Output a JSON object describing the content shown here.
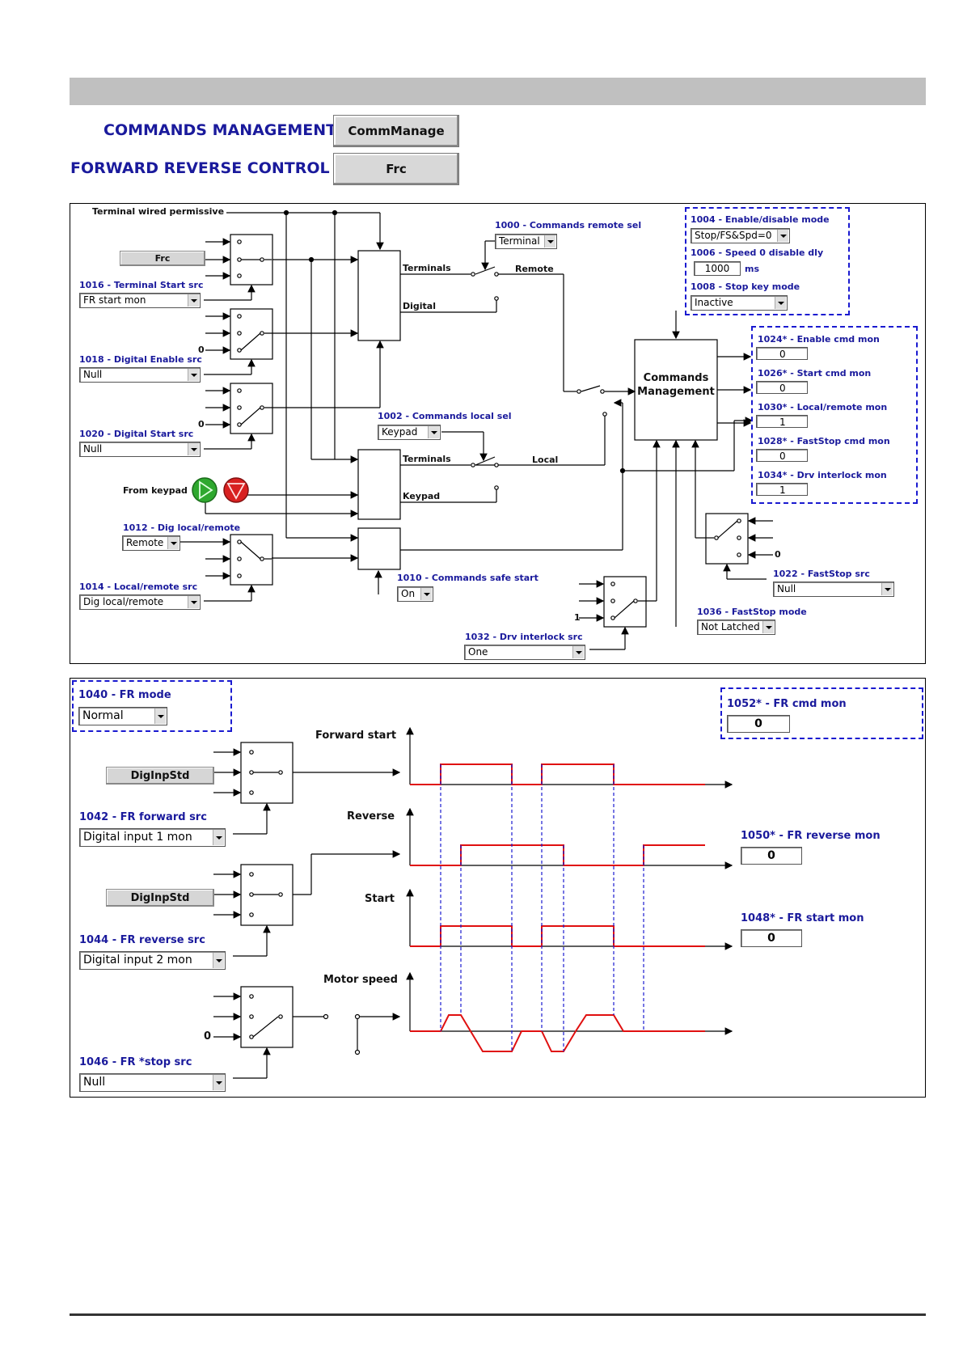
{
  "header": {
    "commands_label": "COMMANDS MANAGEMENT",
    "commands_button": "CommManage",
    "frc_label": "FORWARD REVERSE CONTROL",
    "frc_button": "Frc"
  },
  "panel1": {
    "terminal_wired_permissive": "Terminal wired permissive",
    "frc_button": "Frc",
    "p1016": {
      "label": "1016 - Terminal Start src",
      "value": "FR start mon"
    },
    "p1018": {
      "label": "1018 - Digital Enable src",
      "value": "Null"
    },
    "p1020": {
      "label": "1020 - Digital Start src",
      "value": "Null"
    },
    "zero_a": "0",
    "zero_b": "0",
    "from_keypad": "From keypad",
    "p1012": {
      "label": "1012 - Dig local/remote",
      "value": "Remote"
    },
    "p1014": {
      "label": "1014 - Local/remote src",
      "value": "Dig local/remote"
    },
    "p1000": {
      "label": "1000 - Commands remote sel",
      "value": "Terminal"
    },
    "terminals_upper": "Terminals",
    "digital": "Digital",
    "remote": "Remote",
    "p1002": {
      "label": "1002 - Commands local sel",
      "value": "Keypad"
    },
    "terminals_lower": "Terminals",
    "keypad": "Keypad",
    "local": "Local",
    "p1010": {
      "label": "1010 - Commands safe start",
      "value": "On"
    },
    "p1032": {
      "label": "1032 - Drv interlock src",
      "value": "One"
    },
    "one_label": "1",
    "commands_management": [
      "Commands",
      "Management"
    ],
    "p1004": {
      "label": "1004 - Enable/disable mode",
      "value": "Stop/FS&Spd=0"
    },
    "p1006": {
      "label": "1006 - Speed 0 disable dly",
      "value": "1000",
      "unit": "ms"
    },
    "p1008": {
      "label": "1008 - Stop key mode",
      "value": "Inactive"
    },
    "monitors": [
      {
        "label": "1024* - Enable cmd mon",
        "value": "0"
      },
      {
        "label": "1026* - Start cmd mon",
        "value": "0"
      },
      {
        "label": "1030* - Local/remote mon",
        "value": "1"
      },
      {
        "label": "1028* - FastStop cmd mon",
        "value": "0"
      },
      {
        "label": "1034* - Drv interlock mon",
        "value": "1"
      }
    ],
    "p1022": {
      "label": "1022 - FastStop src",
      "value": "Null"
    },
    "zero_fs": "0",
    "p1036": {
      "label": "1036 - FastStop mode",
      "value": "Not Latched"
    }
  },
  "panel2": {
    "p1040": {
      "label": "1040 - FR mode",
      "value": "Normal"
    },
    "p1052": {
      "label": "1052* - FR cmd mon",
      "value": "0"
    },
    "diginp1": "DigInpStd",
    "diginp2": "DigInpStd",
    "p1042": {
      "label": "1042 - FR forward src",
      "value": "Digital input 1 mon"
    },
    "p1044": {
      "label": "1044 - FR reverse src",
      "value": "Digital input 2 mon"
    },
    "p1046": {
      "label": "1046 - FR *stop src",
      "value": "Null"
    },
    "zero": "0",
    "forward_start": "Forward start",
    "reverse": "Reverse",
    "start": "Start",
    "motor_speed": "Motor speed",
    "p1050": {
      "label": "1050* - FR reverse mon",
      "value": "0"
    },
    "p1048": {
      "label": "1048* - FR start mon",
      "value": "0"
    }
  },
  "colors": {
    "accent_blue": "#1a1a9c",
    "signal_red": "#e01010",
    "dash_blue": "#1a1ad0",
    "band_gray": "#c0c0c0"
  }
}
